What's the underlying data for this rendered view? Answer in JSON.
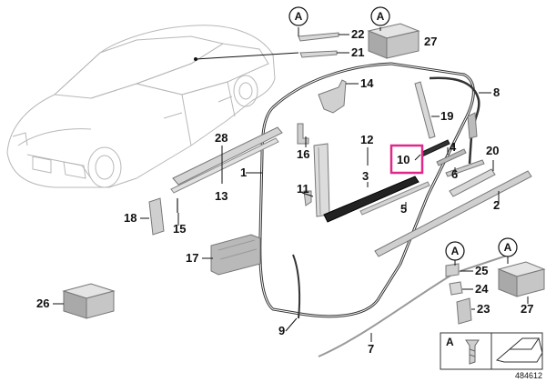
{
  "diagram": {
    "part_numbers": [
      "1",
      "2",
      "3",
      "4",
      "5",
      "6",
      "7",
      "8",
      "9",
      "10",
      "11",
      "12",
      "13",
      "14",
      "15",
      "16",
      "17",
      "18",
      "19",
      "20",
      "21",
      "22",
      "23",
      "24",
      "25",
      "26",
      "27",
      "28"
    ],
    "kit_marker": "A",
    "legend_marker": "A",
    "highlighted_part": "10",
    "image_number": "484612",
    "colors": {
      "highlight": "#e0288a",
      "line": "#111111",
      "car": "#b8b8b8",
      "part_fill": "#cfcfcf"
    }
  }
}
